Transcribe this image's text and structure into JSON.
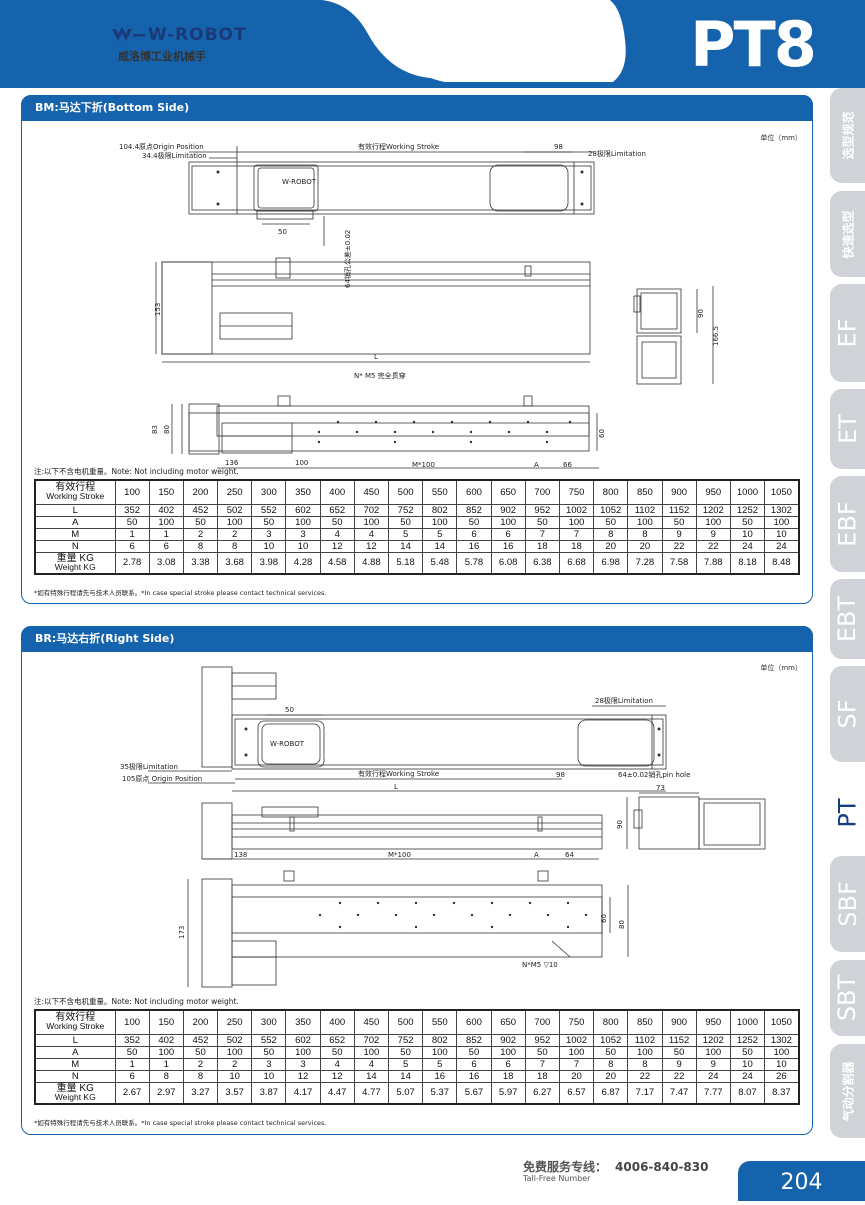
{
  "header": {
    "brand_name": "W-ROBOT",
    "brand_cn": "威洛博工业机械手",
    "model": "PT8"
  },
  "side_tabs": [
    {
      "label": "选型规范",
      "size": "sm"
    },
    {
      "label": "快速选型",
      "size": "sm"
    },
    {
      "label": "EF",
      "size": "big"
    },
    {
      "label": "ET",
      "size": "big"
    },
    {
      "label": "EBF",
      "size": "big"
    },
    {
      "label": "EBT",
      "size": "big"
    },
    {
      "label": "SF",
      "size": "big"
    },
    {
      "label": "PT",
      "size": "big",
      "active": true
    },
    {
      "label": "SBF",
      "size": "big"
    },
    {
      "label": "SBT",
      "size": "big"
    },
    {
      "label": "气动分割器",
      "size": "sm"
    }
  ],
  "bm": {
    "title": "BM:马达下折(Bottom Side)",
    "unit": "单位（mm）",
    "labels": {
      "origin": "104.4原点Origin Position",
      "limit_left": "34.4极限Limitation",
      "stroke": "有效行程Working Stroke",
      "d98": "98",
      "limit_right": "28极限Limitation",
      "d50": "50",
      "pin": "64销孔公差±0.02",
      "d153": "153",
      "d90": "90",
      "d166": "166.5",
      "dL": "L",
      "m5": "N* M5 完全贯穿",
      "d83": "83",
      "d80": "80",
      "d60": "60",
      "d136": "136",
      "d100": "100",
      "m100": "M*100",
      "dA": "A",
      "d66": "66"
    },
    "note": "注:以下不含电机重量。Note: Not including motor weight.",
    "footnote": "*如有特殊行程请先与技术人员联系。*In case special stroke please contact technical services.",
    "table": {
      "stroke_label_cn": "有效行程",
      "stroke_label_en": "Working Stroke",
      "weight_label_cn": "重量 KG",
      "weight_label_en": "Weight KG",
      "stroke": [
        "100",
        "150",
        "200",
        "250",
        "300",
        "350",
        "400",
        "450",
        "500",
        "550",
        "600",
        "650",
        "700",
        "750",
        "800",
        "850",
        "900",
        "950",
        "1000",
        "1050"
      ],
      "rows": [
        {
          "label": "L",
          "values": [
            "352",
            "402",
            "452",
            "502",
            "552",
            "602",
            "652",
            "702",
            "752",
            "802",
            "852",
            "902",
            "952",
            "1002",
            "1052",
            "1102",
            "1152",
            "1202",
            "1252",
            "1302"
          ]
        },
        {
          "label": "A",
          "values": [
            "50",
            "100",
            "50",
            "100",
            "50",
            "100",
            "50",
            "100",
            "50",
            "100",
            "50",
            "100",
            "50",
            "100",
            "50",
            "100",
            "50",
            "100",
            "50",
            "100"
          ]
        },
        {
          "label": "M",
          "values": [
            "1",
            "1",
            "2",
            "2",
            "3",
            "3",
            "4",
            "4",
            "5",
            "5",
            "6",
            "6",
            "7",
            "7",
            "8",
            "8",
            "9",
            "9",
            "10",
            "10"
          ]
        },
        {
          "label": "N",
          "values": [
            "6",
            "6",
            "8",
            "8",
            "10",
            "10",
            "12",
            "12",
            "14",
            "14",
            "16",
            "16",
            "18",
            "18",
            "20",
            "20",
            "22",
            "22",
            "24",
            "24"
          ]
        }
      ],
      "weight": [
        "2.78",
        "3.08",
        "3.38",
        "3.68",
        "3.98",
        "4.28",
        "4.58",
        "4.88",
        "5.18",
        "5.48",
        "5.78",
        "6.08",
        "6.38",
        "6.68",
        "6.98",
        "7.28",
        "7.58",
        "7.88",
        "8.18",
        "8.48"
      ]
    }
  },
  "br": {
    "title": "BR:马达右折(Right Side)",
    "unit": "单位（mm）",
    "labels": {
      "d50": "50",
      "limit_right": "28极限Limitation",
      "limit_left": "35极限Limitation",
      "origin": "105原点 Origin Position",
      "stroke": "有效行程Working Stroke",
      "d98": "98",
      "dL": "L",
      "d73": "73",
      "pin": "64±0.02销孔pin hole",
      "d90": "90",
      "d138": "138",
      "m100": "M*100",
      "dA": "A",
      "d64": "64",
      "d173": "173",
      "d60": "60",
      "d80": "80",
      "m5": "N*M5 ▽10"
    },
    "note": "注:以下不含电机重量。Note: Not including motor weight.",
    "footnote": "*如有特殊行程请先与技术人员联系。*In case special stroke please contact technical services.",
    "table": {
      "stroke_label_cn": "有效行程",
      "stroke_label_en": "Working Stroke",
      "weight_label_cn": "重量 KG",
      "weight_label_en": "Weight KG",
      "stroke": [
        "100",
        "150",
        "200",
        "250",
        "300",
        "350",
        "400",
        "450",
        "500",
        "550",
        "600",
        "650",
        "700",
        "750",
        "800",
        "850",
        "900",
        "950",
        "1000",
        "1050"
      ],
      "rows": [
        {
          "label": "L",
          "values": [
            "352",
            "402",
            "452",
            "502",
            "552",
            "602",
            "652",
            "702",
            "752",
            "802",
            "852",
            "902",
            "952",
            "1002",
            "1052",
            "1102",
            "1152",
            "1202",
            "1252",
            "1302"
          ]
        },
        {
          "label": "A",
          "values": [
            "50",
            "100",
            "50",
            "100",
            "50",
            "100",
            "50",
            "100",
            "50",
            "100",
            "50",
            "100",
            "50",
            "100",
            "50",
            "100",
            "50",
            "100",
            "50",
            "100"
          ]
        },
        {
          "label": "M",
          "values": [
            "1",
            "1",
            "2",
            "2",
            "3",
            "3",
            "4",
            "4",
            "5",
            "5",
            "6",
            "6",
            "7",
            "7",
            "8",
            "8",
            "9",
            "9",
            "10",
            "10"
          ]
        },
        {
          "label": "N",
          "values": [
            "6",
            "8",
            "8",
            "10",
            "10",
            "12",
            "12",
            "14",
            "14",
            "16",
            "16",
            "18",
            "18",
            "20",
            "20",
            "22",
            "22",
            "24",
            "24",
            "26"
          ]
        }
      ],
      "weight": [
        "2.67",
        "2.97",
        "3.27",
        "3.57",
        "3.87",
        "4.17",
        "4.47",
        "4.77",
        "5.07",
        "5.37",
        "5.67",
        "5.97",
        "6.27",
        "6.57",
        "6.87",
        "7.17",
        "7.47",
        "7.77",
        "8.07",
        "8.37"
      ]
    }
  },
  "footer": {
    "hotline_cn": "免费服务专线：",
    "hotline_number": "4006-840-830",
    "hotline_en": "Tall-Free Number",
    "page_number": "204"
  },
  "colors": {
    "primary": "#1563ad",
    "tab_grey": "#cfd2d6",
    "line": "#333333"
  }
}
